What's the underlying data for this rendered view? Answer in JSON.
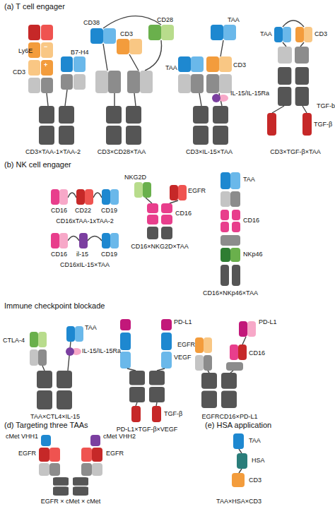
{
  "diagram": {
    "labels": [
      "(a) T cell engager",
      "Ly6E",
      "CD3",
      "−",
      "+",
      "B7-H4",
      "CD3×TAA-1×TAA-2",
      "CD38",
      "CD3",
      "CD28",
      "CD3×CD28×TAA",
      "TAA",
      "TAA",
      "CD3",
      "IL-15/IL-15Ra",
      "CD3×IL-15×TAA",
      "TAA",
      "CD3",
      "TGF-b",
      "TGF-β",
      "CD3×TGF-β×TAA",
      "(b) NK cell engager",
      "CD16",
      "CD22",
      "CD19",
      "CD16xTAA-1xTAA-2",
      "CD16",
      "il-15",
      "CD19",
      "CD16xIL-15×TAA",
      "NKG2D",
      "EGFR",
      "CD16",
      "CD16×NKG2D×TAA",
      "TAA",
      "CD16",
      "NKp46",
      "CD16×NKp46×TAA",
      "Immune checkpoint blockade",
      "CTLA-4",
      "TAA",
      "IL-15/IL-15Ra",
      "TAA×CTL4×IL-15",
      "PD-L1",
      "VEGF",
      "TGF-β",
      "PD-L1×TGF-β×VEGF",
      "EGFR",
      "PD-L1",
      "CD16",
      "EGFRCD16×PD-L1",
      "(d) Targeting three TAAs",
      "cMet VHH1",
      "EGFR",
      "cMet VHH2",
      "EGFR",
      "EGFR × cMet × cMet",
      "(e) HSA application",
      "TAA",
      "HSA",
      "CD3",
      "TAA×HSA×CD3"
    ]
  }
}
